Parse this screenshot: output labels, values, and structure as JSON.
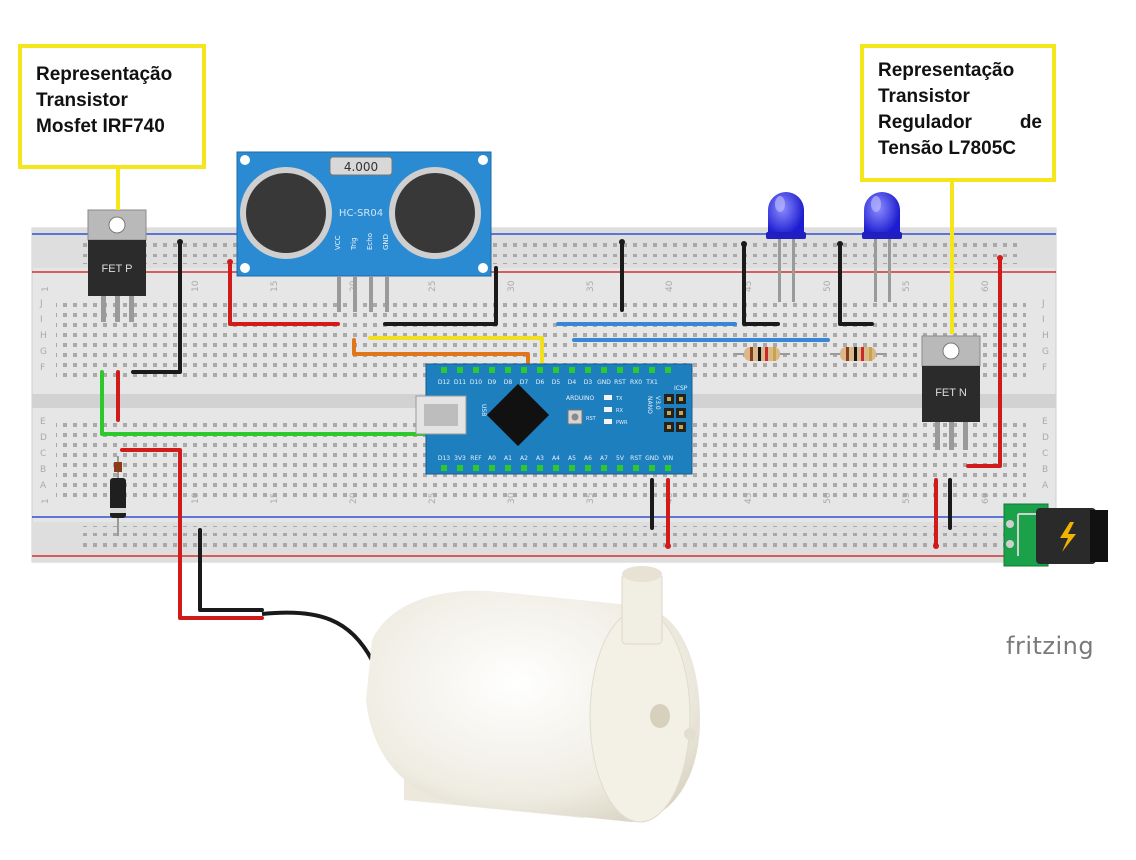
{
  "callouts": {
    "left": [
      "Representação",
      "Transistor",
      "Mosfet IRF740"
    ],
    "right": [
      "Representação",
      "Transistor",
      "Regulador de",
      "Tensão L7805C"
    ]
  },
  "components": {
    "mosfet_p_label": "FET P",
    "mosfet_n_label": "FET N",
    "sensor_display": "4.000",
    "sensor_model": "HC-SR04",
    "sensor_pins": [
      "VCC",
      "Trig",
      "Echo",
      "GND"
    ],
    "arduino_top_pins": [
      "D12",
      "D11",
      "D10",
      "D9",
      "D8",
      "D7",
      "D6",
      "D5",
      "D4",
      "D3",
      "GND",
      "RST",
      "RX0",
      "TX1"
    ],
    "arduino_bottom_pins": [
      "D13",
      "3V3",
      "REF",
      "A0",
      "A1",
      "A2",
      "A3",
      "A4",
      "A5",
      "A6",
      "A7",
      "5V",
      "RST",
      "GND",
      "VIN"
    ],
    "arduino_brand": "ARDUINO",
    "arduino_model": [
      "NANO",
      "V3.0"
    ],
    "arduino_usb": "USB",
    "arduino_icsp": "ICSP",
    "arduino_leds": [
      "TX",
      "RX",
      "PWR"
    ],
    "arduino_rst": "RST"
  },
  "breadboard": {
    "column_numbers": [
      "10",
      "15",
      "20",
      "25",
      "30",
      "35",
      "40",
      "45",
      "50",
      "55",
      "60"
    ],
    "row_letters_top": [
      "J",
      "I",
      "H",
      "G",
      "F"
    ],
    "row_letters_bottom": [
      "E",
      "D",
      "C",
      "B",
      "A"
    ],
    "first_column_label": "1"
  },
  "watermark": "fritzing",
  "colors": {
    "callout_border": "#f5e61b",
    "wire_red": "#d11b1b",
    "wire_black": "#1a1a1a",
    "wire_green": "#2cc82c",
    "wire_yellow": "#f2e020",
    "wire_orange": "#e0761c",
    "wire_blue": "#3a86d6",
    "arduino_blue": "#1e7fbf",
    "sensor_blue": "#2a8bd2",
    "led_blue": "#2424e0"
  }
}
